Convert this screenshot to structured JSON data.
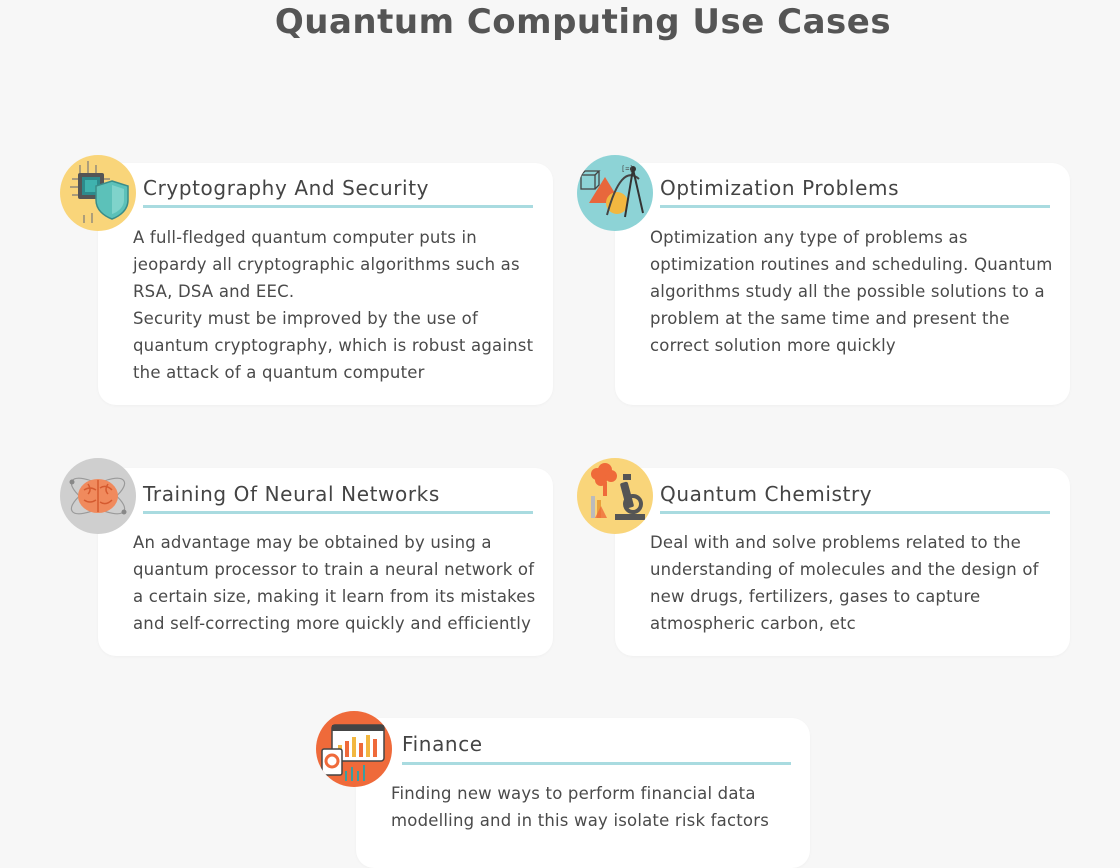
{
  "page": {
    "title": "Quantum Computing Use Cases"
  },
  "cards": [
    {
      "id": "cryptography",
      "title": "Cryptography And Security",
      "icon": "chip-shield-icon",
      "paragraphs": [
        "A full-fledged quantum computer puts in jeopardy all cryptographic algorithms such as RSA, DSA and EEC.",
        "Security must be improved by the use of quantum cryptography, which is robust against the attack of a quantum computer"
      ]
    },
    {
      "id": "optimization",
      "title": "Optimization Problems",
      "icon": "geometry-tools-icon",
      "paragraphs": [
        "Optimization any type of problems as optimization routines and scheduling. Quantum algorithms study all the possible solutions to a problem at the same time and present the correct solution more quickly"
      ]
    },
    {
      "id": "neural",
      "title": "Training Of Neural Networks",
      "icon": "brain-atom-icon",
      "paragraphs": [
        "An advantage may be obtained by using a quantum processor to train a neural network of a certain size, making it learn from its mistakes and self-correcting more quickly and efficiently"
      ]
    },
    {
      "id": "chemistry",
      "title": "Quantum Chemistry",
      "icon": "microscope-flask-icon",
      "paragraphs": [
        "Deal with and solve problems related to the understanding of molecules and the design of new drugs, fertilizers, gases to capture atmospheric carbon, etc"
      ]
    },
    {
      "id": "finance",
      "title": "Finance",
      "icon": "financial-dashboard-icon",
      "paragraphs": [
        "Finding new ways to perform financial data modelling and in this way isolate risk factors"
      ]
    }
  ],
  "colors": {
    "background": "#f7f7f7",
    "card": "#ffffff",
    "accent_rule": "#a9dbe0",
    "title_text": "#555555"
  }
}
